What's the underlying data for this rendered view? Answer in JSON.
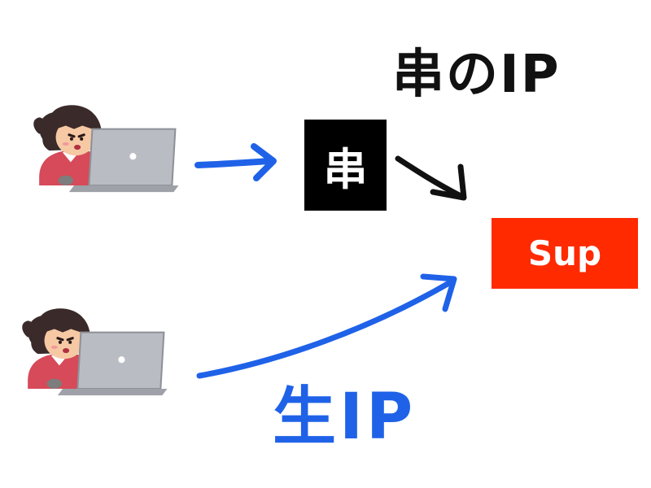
{
  "labels": {
    "proxy_box_text": "串",
    "via_proxy_ip": "串のIP",
    "sup_box_text": "Sup",
    "raw_ip": "生IP"
  },
  "colors": {
    "blue_arrow": "#1f62e8",
    "black_arrow": "#111111",
    "sup_box": "#ff2a00",
    "proxy_box": "#000000"
  },
  "icons": {
    "user_top": "woman-with-laptop-icon",
    "user_bottom": "woman-with-laptop-icon"
  }
}
